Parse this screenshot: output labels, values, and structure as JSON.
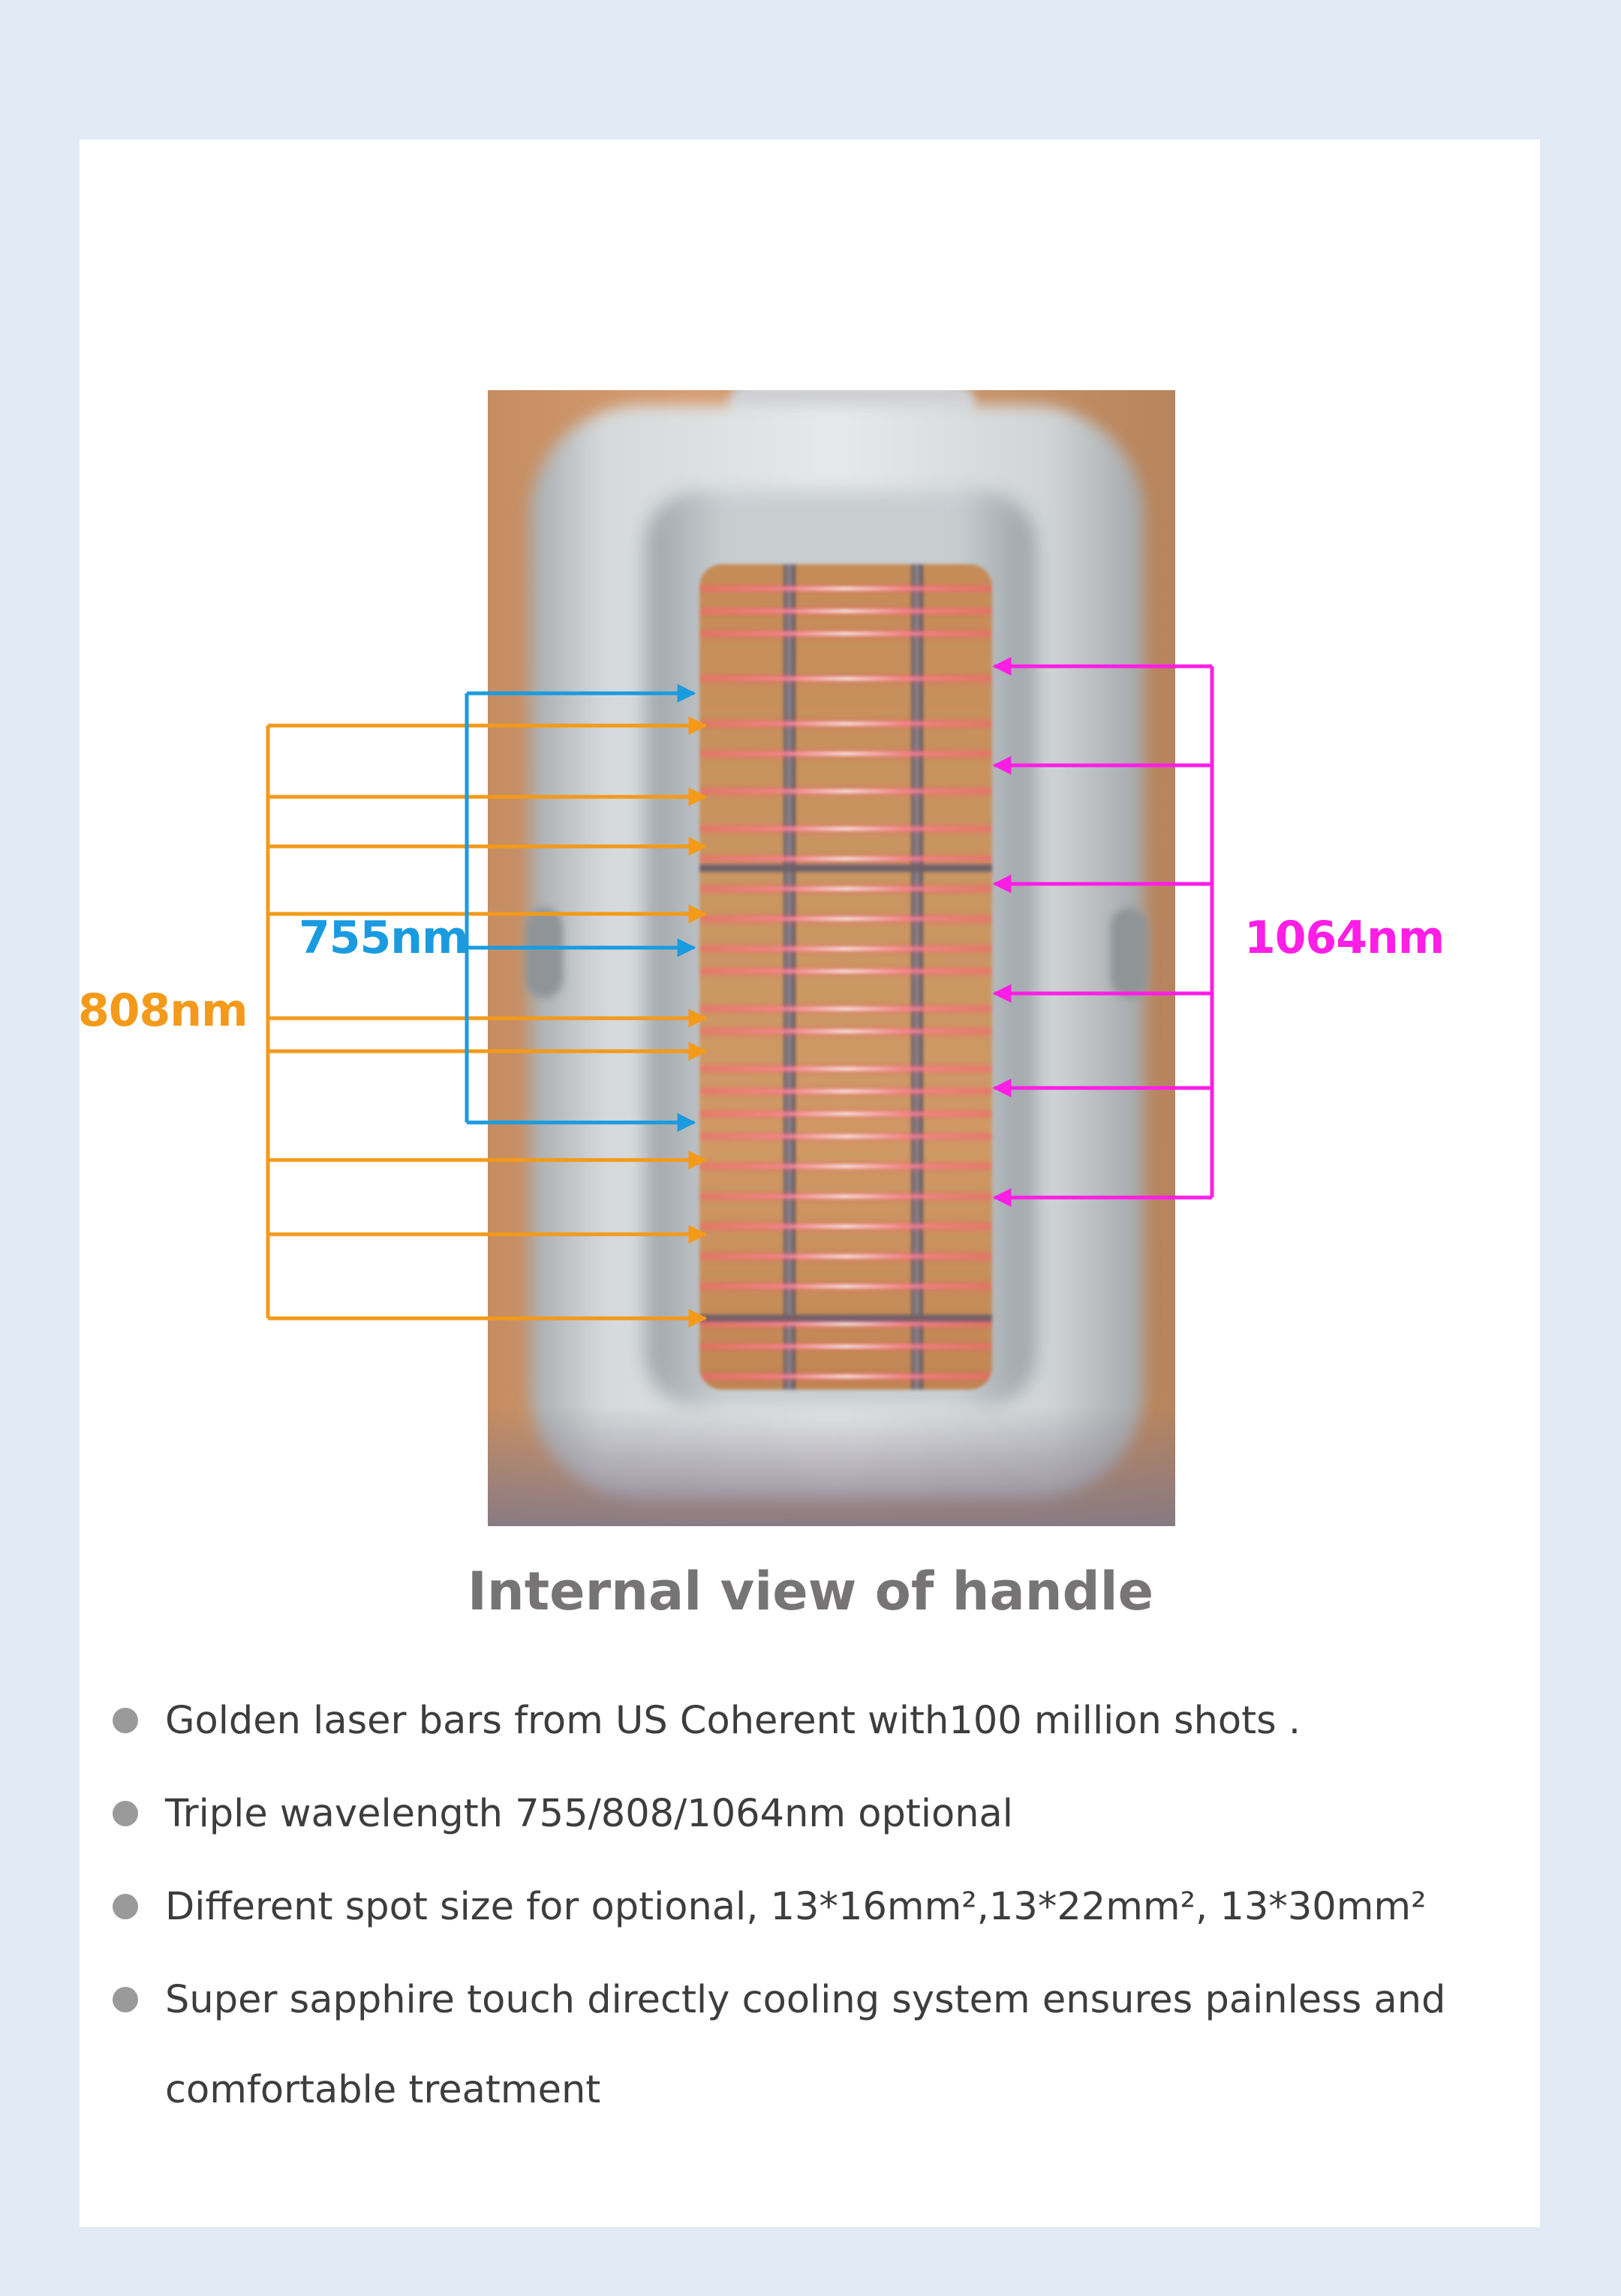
{
  "labels": {
    "wl_808": "808nm",
    "wl_755": "755nm",
    "wl_1064": "1064nm"
  },
  "colors": {
    "wl_808": "#f39a1a",
    "wl_755": "#1a9be0",
    "wl_1064": "#ff1ee6"
  },
  "title": "Internal view of handle",
  "features": [
    "Golden laser bars from US Coherent with100 million shots .",
    "Triple wavelength 755/808/1064nm optional",
    "Different spot size for optional, 13*16mm²,13*22mm², 13*30mm²",
    "Super sapphire touch directly cooling system ensures painless and comfortable treatment"
  ]
}
